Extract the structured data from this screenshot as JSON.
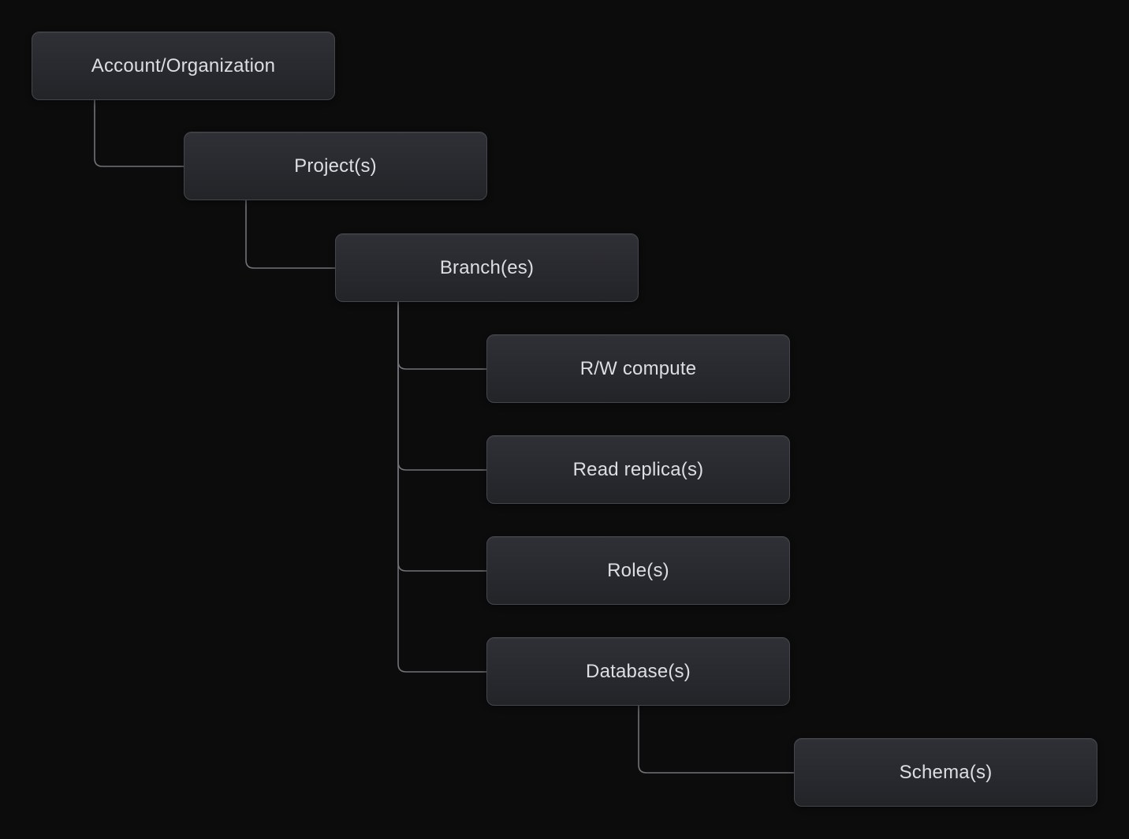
{
  "diagram": {
    "name": "object-hierarchy-tree",
    "nodes": [
      {
        "id": "account",
        "label": "Account/Organization"
      },
      {
        "id": "projects",
        "label": "Project(s)"
      },
      {
        "id": "branches",
        "label": "Branch(es)"
      },
      {
        "id": "rw_compute",
        "label": "R/W compute"
      },
      {
        "id": "read_replicas",
        "label": "Read replica(s)"
      },
      {
        "id": "roles",
        "label": "Role(s)"
      },
      {
        "id": "databases",
        "label": "Database(s)"
      },
      {
        "id": "schemas",
        "label": "Schema(s)"
      }
    ],
    "edges": [
      {
        "from": "account",
        "to": "projects"
      },
      {
        "from": "projects",
        "to": "branches"
      },
      {
        "from": "branches",
        "to": "rw_compute"
      },
      {
        "from": "branches",
        "to": "read_replicas"
      },
      {
        "from": "branches",
        "to": "roles"
      },
      {
        "from": "branches",
        "to": "databases"
      },
      {
        "from": "databases",
        "to": "schemas"
      }
    ],
    "colors": {
      "background": "#0c0c0d",
      "node_fill_top": "#2f3036",
      "node_fill_bottom": "#232428",
      "node_border": "#44464c",
      "node_text": "#dcdee2",
      "connector": "#707379"
    }
  }
}
